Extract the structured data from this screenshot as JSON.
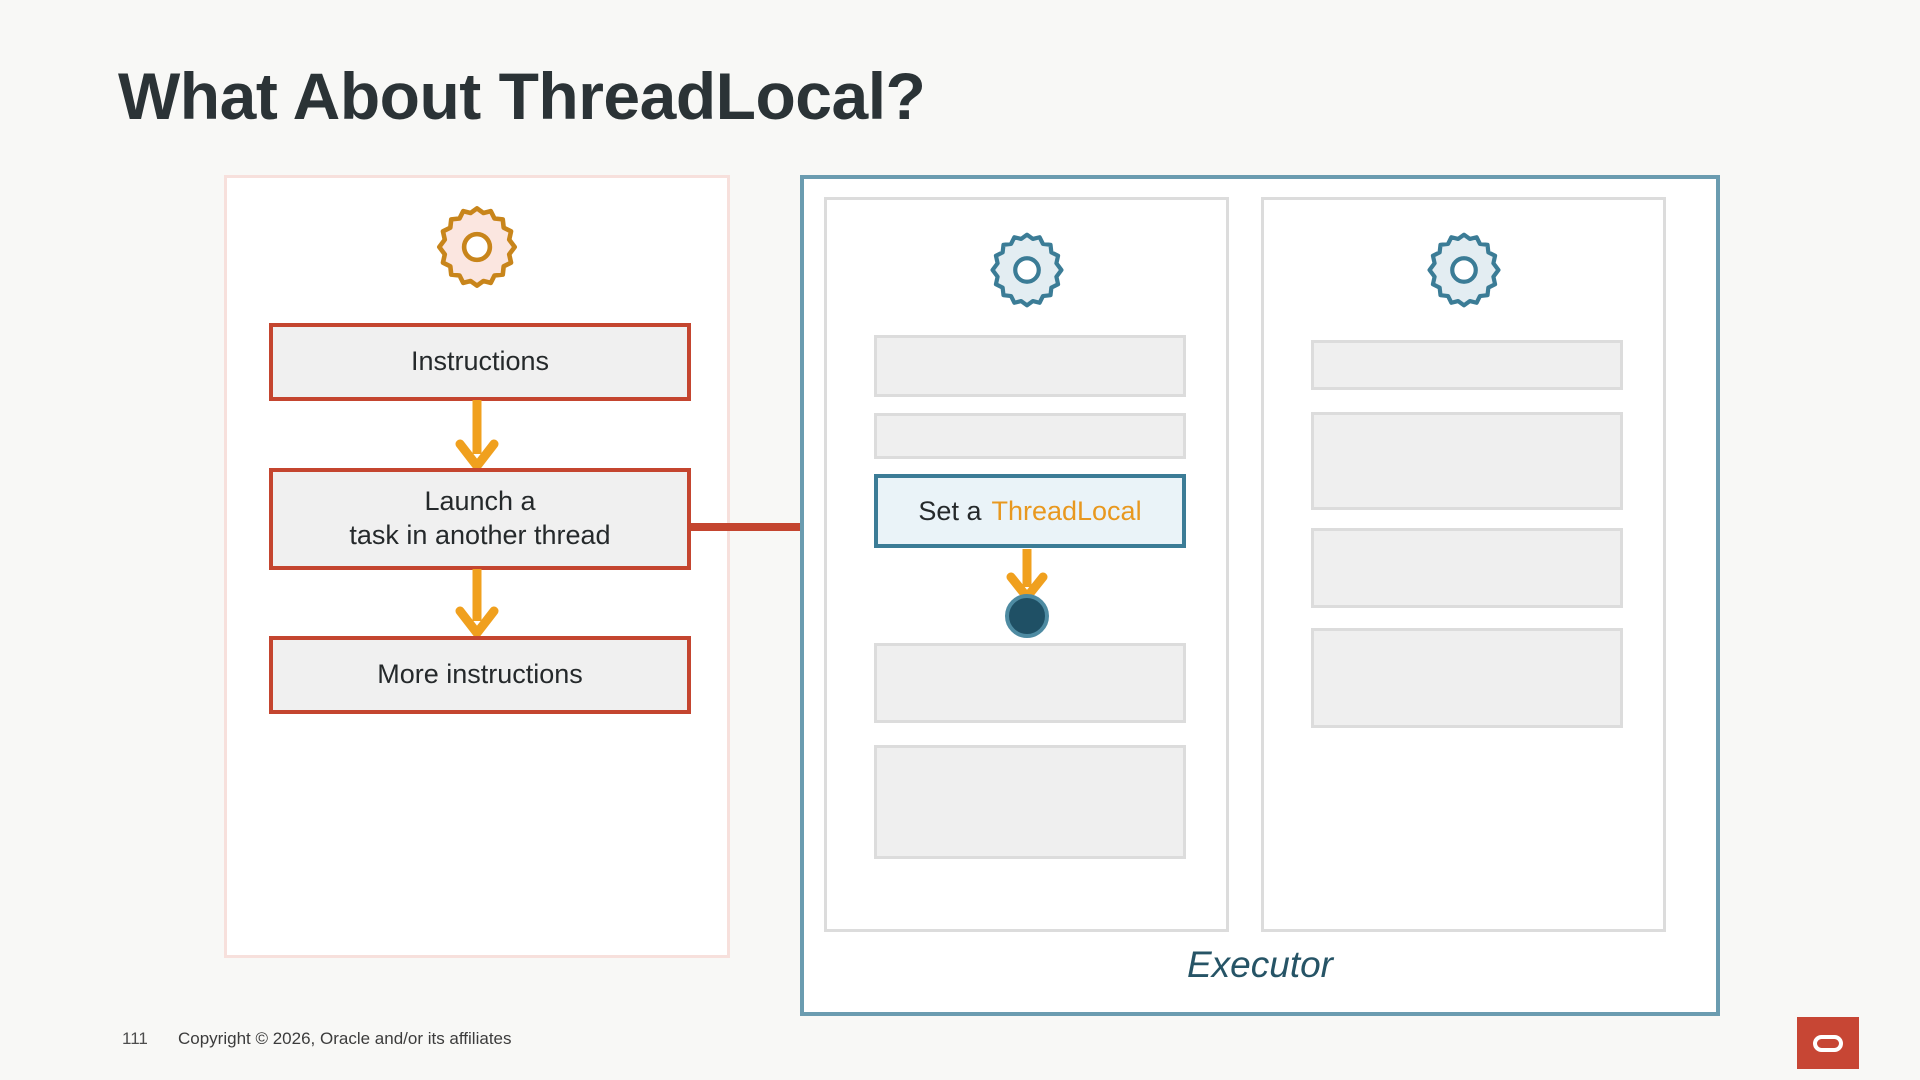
{
  "slide": {
    "title": "What About ThreadLocal?"
  },
  "caller_panel": {
    "name": "caller-thread-panel",
    "gear_icon": "gear-icon",
    "boxes": [
      {
        "label": "Instructions"
      },
      {
        "label_line1": "Launch a",
        "label_line2": "task in another thread"
      },
      {
        "label": "More instructions"
      }
    ]
  },
  "executor_panel": {
    "label": "Executor",
    "threads": [
      {
        "gear_icon": "gear-icon",
        "highlight_box": {
          "prefix": "Set a",
          "keyword": "ThreadLocal"
        },
        "dot_icon": "thread-local-value-dot",
        "stubs": 4
      },
      {
        "gear_icon": "gear-icon",
        "stubs": 4
      }
    ]
  },
  "footer": {
    "page_number": "111",
    "copyright": "Copyright © 2026, Oracle and/or its affiliates",
    "logo": "oracle-logo"
  },
  "colors": {
    "background": "#f8f8f6",
    "title": "#2b3336",
    "caller_border": "#f7e0dc",
    "caller_box_border": "#c4452f",
    "caller_box_fill": "#f0f0f0",
    "arrow_orange": "#e8981f",
    "connector_red": "#c4452f",
    "executor_border": "#6b9cb0",
    "thread_col_border": "#dcdcdc",
    "stub_fill": "#efefef",
    "highlight_border": "#3b7c96",
    "highlight_fill": "#eaf3f8",
    "keyword_orange": "#e8981f",
    "dot_fill": "#1f5065",
    "dot_ring": "#4e8ba2",
    "executor_label": "#265466",
    "oracle_red": "#c74634",
    "gear_orange_stroke": "#c8851b",
    "gear_orange_fill": "#fbe6e0",
    "gear_teal_stroke": "#3b7c96",
    "gear_teal_fill": "#e3edf2"
  }
}
